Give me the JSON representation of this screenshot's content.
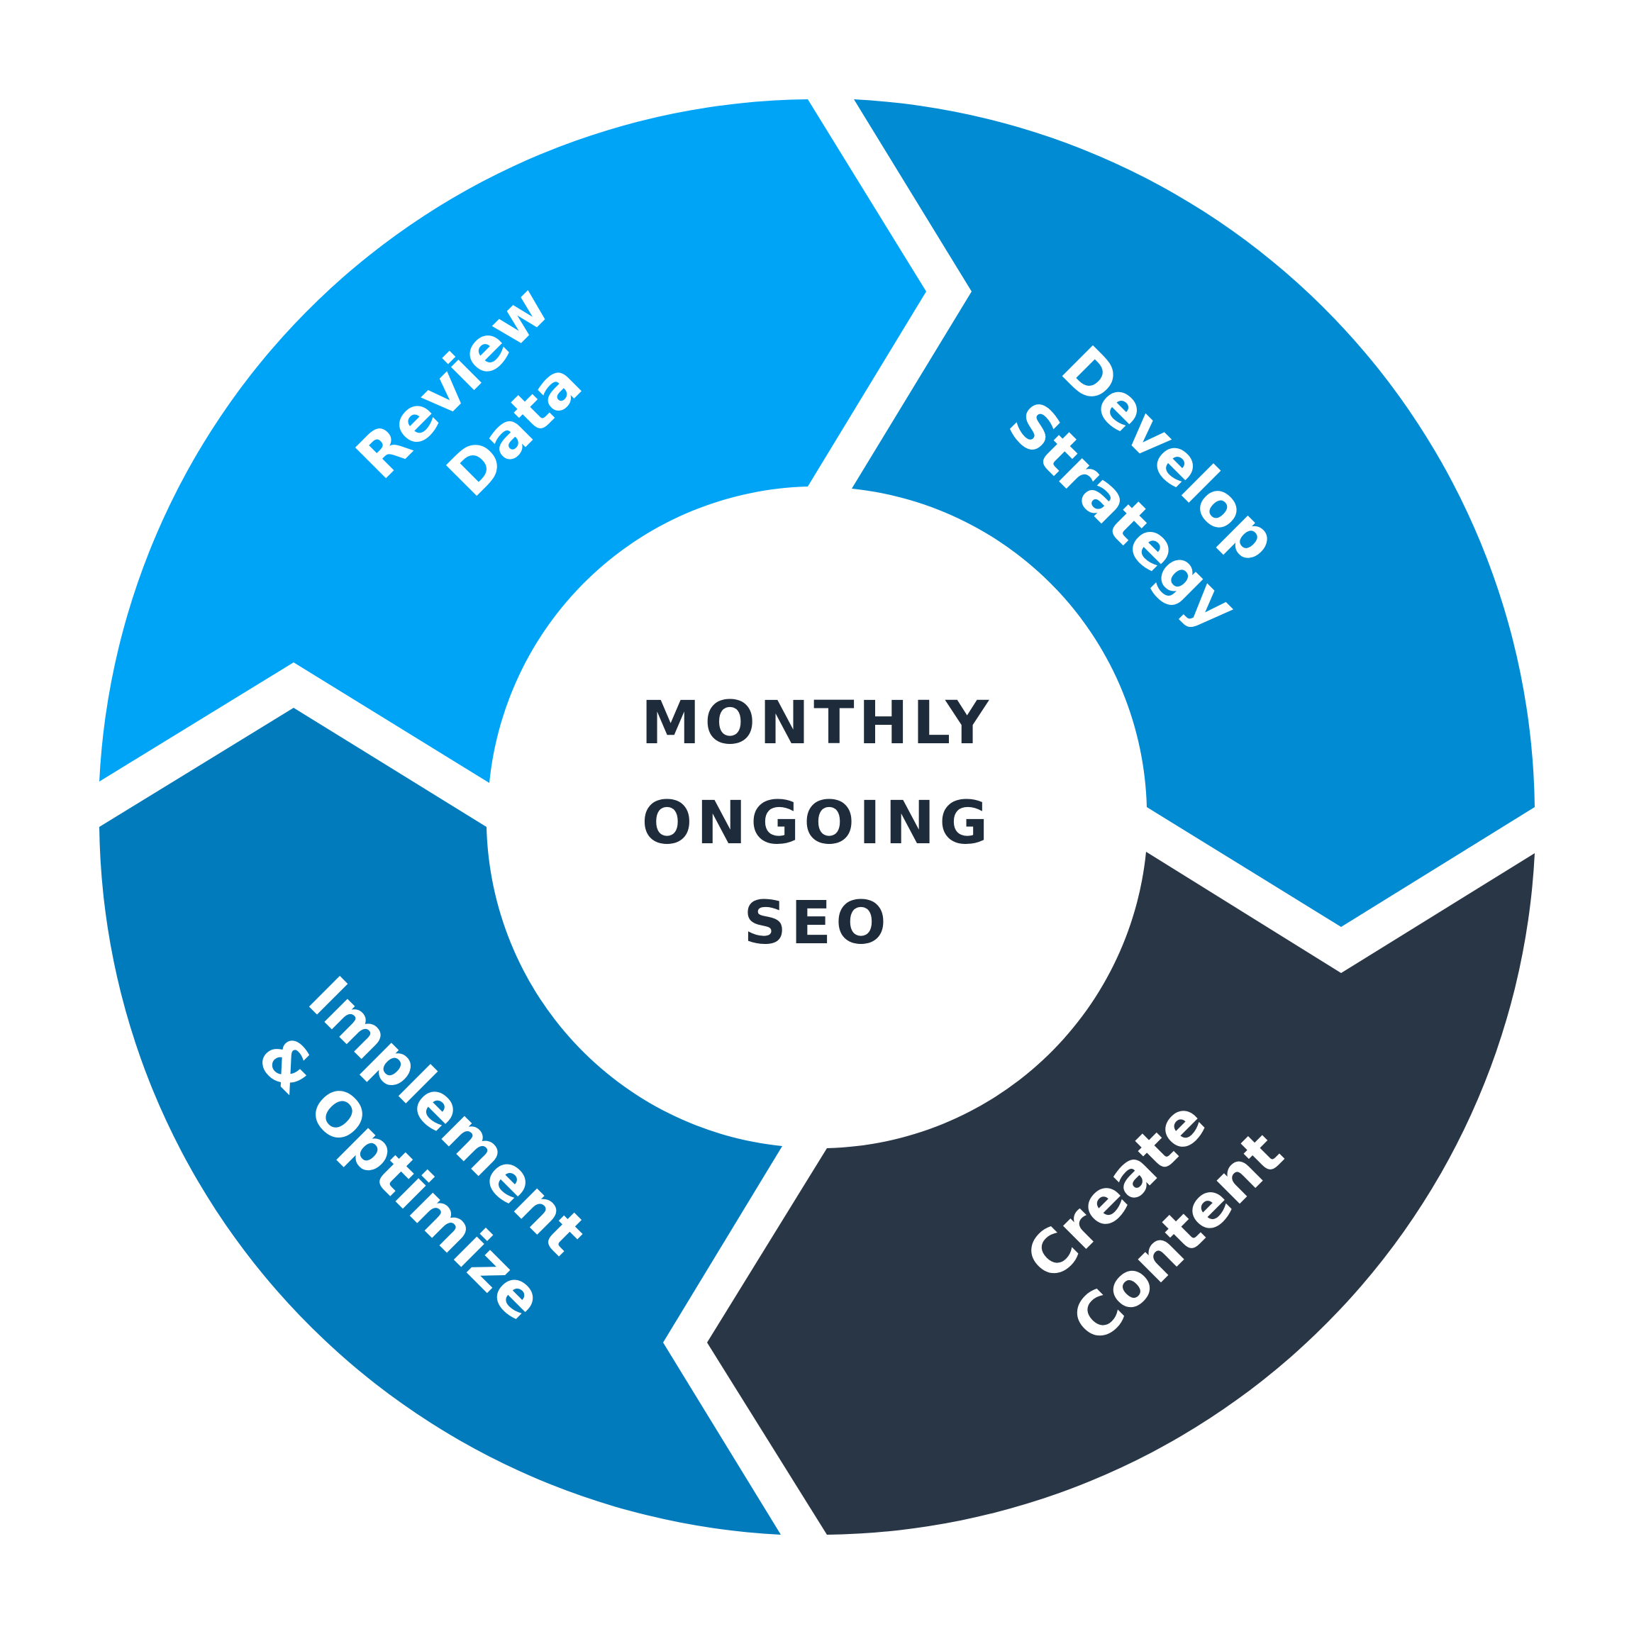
{
  "center": {
    "lines": [
      "MONTHLY",
      "ONGOING",
      "SEO"
    ],
    "color": "#1e2b3a"
  },
  "segments": [
    {
      "id": "review-data",
      "lines": [
        "Review",
        "Data"
      ],
      "color": "#00a4f7"
    },
    {
      "id": "develop-strategy",
      "lines": [
        "Develop",
        "Strategy"
      ],
      "color": "#018bd3"
    },
    {
      "id": "create-content",
      "lines": [
        "Create",
        "Content"
      ],
      "color": "#283646"
    },
    {
      "id": "implement-optimize",
      "lines": [
        "Implement",
        "& Optimize"
      ],
      "color": "#027bbd"
    }
  ],
  "background": "#ffffff",
  "label_color": "#ffffff"
}
